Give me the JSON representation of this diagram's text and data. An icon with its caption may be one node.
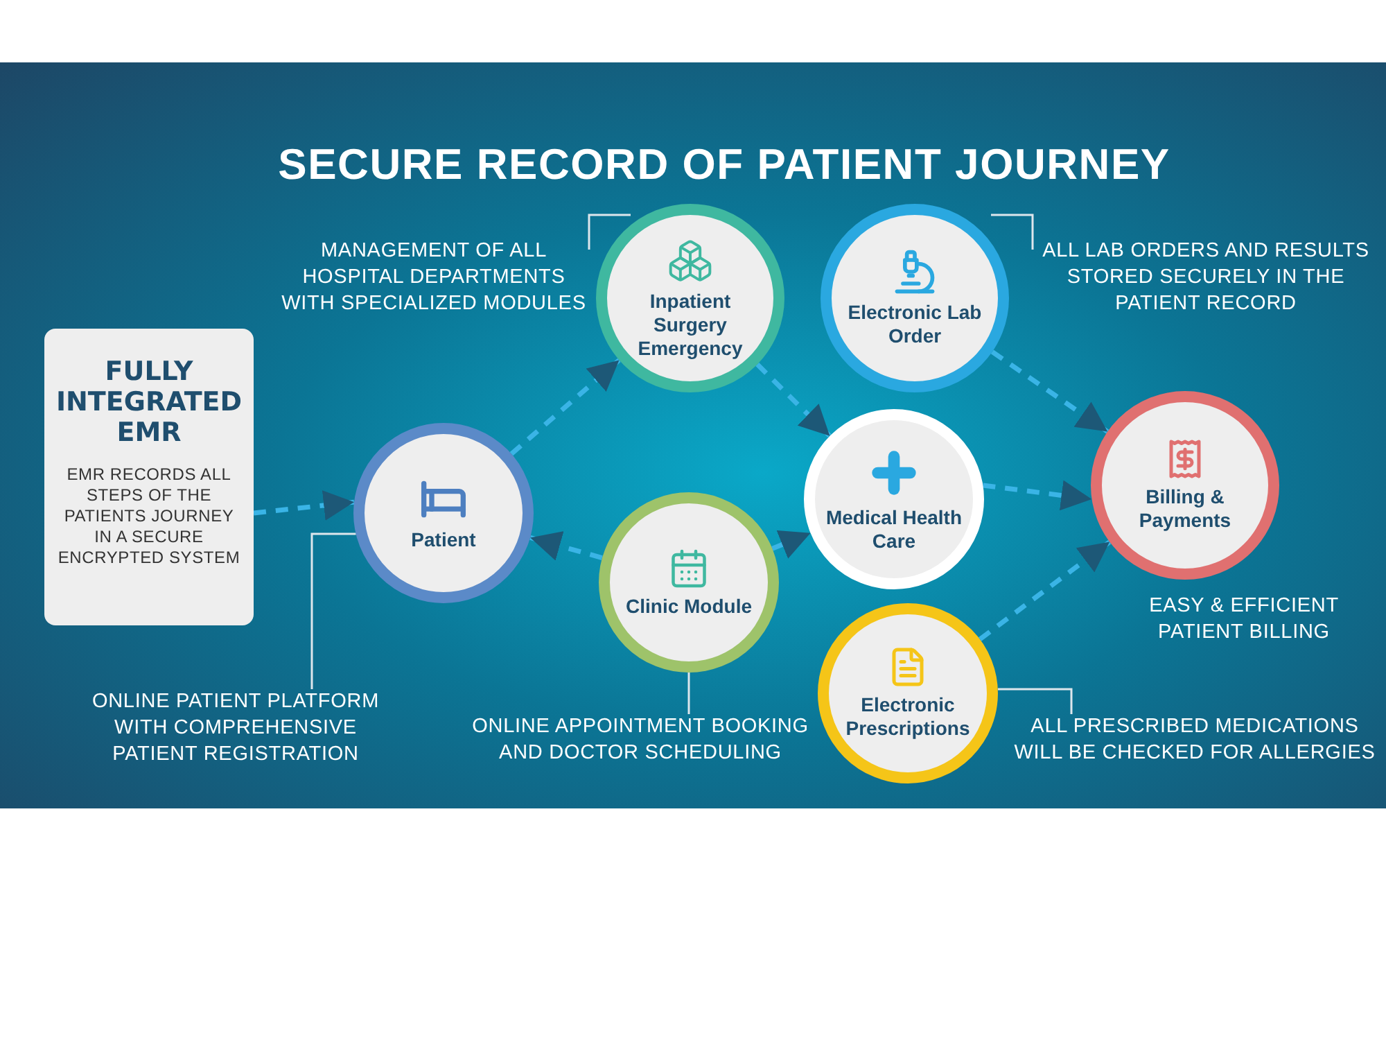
{
  "diagram": {
    "title": "SECURE RECORD OF PATIENT JOURNEY",
    "nodes": [
      {
        "text": [
          "FULLY INTEGRATED EMR",
          "EMR RECORDS ALL STEPS OF THE PATIENTS JOURNEY IN A SECURE ENCRYPTED SYSTEM"
        ]
      },
      {
        "text": [
          "Patient"
        ]
      },
      {
        "text": [
          "Inpatient Surgery Emergency"
        ],
        "beside": [
          "MANAGEMENT OF ALL HOSPITAL DEPARTMENTS WITH SPECIALIZED MODULES"
        ]
      },
      {
        "text": [
          "Electronic Lab Order"
        ],
        "beside": [
          "ALL LAB ORDERS AND RESULTS STORED SECURELY IN THE PATIENT RECORD"
        ]
      },
      {
        "text": [
          "Clinic Module"
        ]
      },
      {
        "text": [
          "Medical Health Care"
        ]
      },
      {
        "text": [
          "Billing & Payments"
        ],
        "beside": [
          "EASY & EFFICIENT PATIENT BILLING"
        ]
      },
      {
        "text": [
          "Electronic Prescriptions"
        ]
      },
      {
        "text": [
          "ONLINE PATIENT PLATFORM WITH COMPREHENSIVE PATIENT REGISTRATION"
        ]
      },
      {
        "text": [
          "ONLINE APPOINTMENT BOOKING AND DOCTOR SCHEDULING"
        ]
      },
      {
        "text": [
          "ALL PRESCRIBED MEDICATIONS WILL BE CHECKED FOR ALLERGIES"
        ]
      }
    ],
    "edges": [
      {
        "from": 0,
        "to": 1,
        "arrow": "to",
        "style": "dashed"
      },
      {
        "from": 1,
        "to": 2,
        "arrow": "to",
        "style": "dashed"
      },
      {
        "from": 2,
        "to": 5,
        "arrow": "to",
        "style": "dashed"
      },
      {
        "from": 3,
        "to": 6,
        "arrow": "to",
        "style": "dashed"
      },
      {
        "from": 4,
        "to": 1,
        "arrow": "to",
        "style": "dashed"
      },
      {
        "from": 4,
        "to": 5,
        "arrow": "to",
        "style": "dashed"
      },
      {
        "from": 5,
        "to": 6,
        "arrow": "to",
        "style": "dashed"
      },
      {
        "from": 7,
        "to": 6,
        "arrow": "to",
        "style": "dashed"
      },
      {
        "from": 8,
        "to": 1,
        "arrow": "none",
        "color": "#dde6ec"
      },
      {
        "from": 9,
        "to": 4,
        "arrow": "none",
        "color": "#dde6ec"
      },
      {
        "from": 10,
        "to": 7,
        "arrow": "none",
        "color": "#dde6ec"
      }
    ]
  }
}
